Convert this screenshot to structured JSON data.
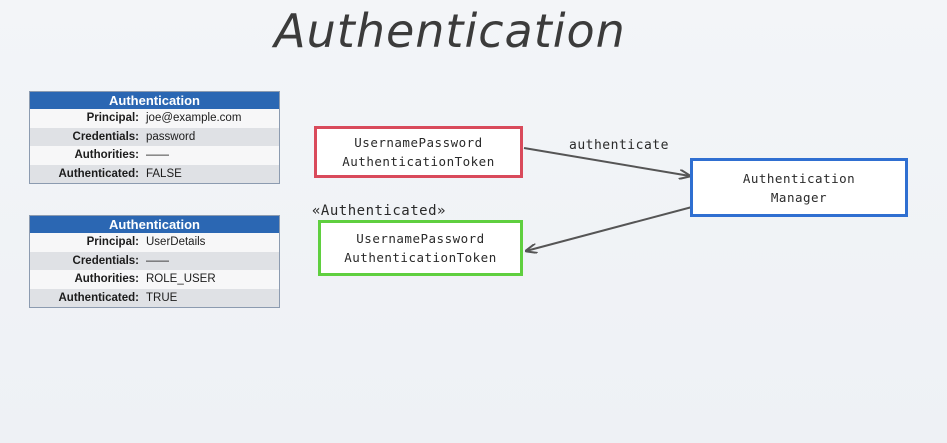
{
  "title": "Authentication",
  "tables": [
    {
      "header": "Authentication",
      "rows": [
        {
          "key": "Principal:",
          "value": "joe@example.com"
        },
        {
          "key": "Credentials:",
          "value": "password"
        },
        {
          "key": "Authorities:",
          "value": "——"
        },
        {
          "key": "Authenticated:",
          "value": "FALSE"
        }
      ]
    },
    {
      "header": "Authentication",
      "rows": [
        {
          "key": "Principal:",
          "value": "UserDetails"
        },
        {
          "key": "Credentials:",
          "value": "——"
        },
        {
          "key": "Authorities:",
          "value": "ROLE_USER"
        },
        {
          "key": "Authenticated:",
          "value": "TRUE"
        }
      ]
    }
  ],
  "nodes": {
    "request_token": {
      "line1": "UsernamePassword",
      "line2": "AuthenticationToken",
      "border_color": "#d94a5b"
    },
    "manager": {
      "line1": "Authentication",
      "line2": "Manager",
      "border_color": "#2f6fd1"
    },
    "result_token": {
      "stereotype": "«Authenticated»",
      "line1": "UsernamePassword",
      "line2": "AuthenticationToken",
      "border_color": "#5fcf3f"
    }
  },
  "edges": {
    "authenticate_label": "authenticate"
  },
  "colors": {
    "table_header": "#2b67b3",
    "arrow": "#555555"
  }
}
